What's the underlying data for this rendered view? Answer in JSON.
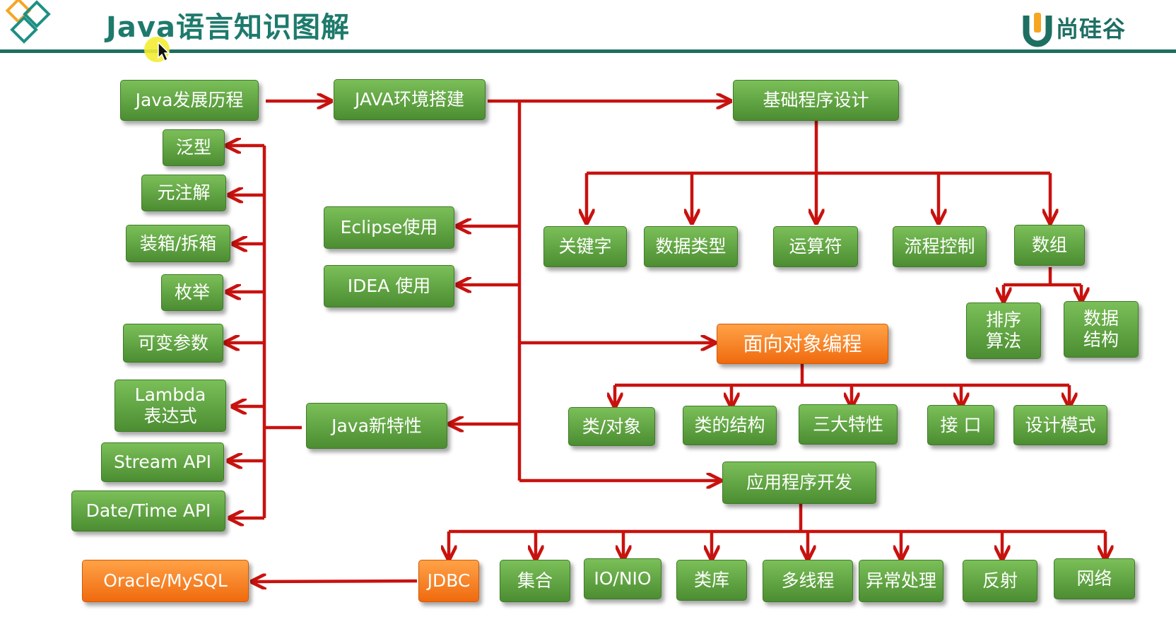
{
  "header": {
    "title": "Java语言知识图解",
    "brand": "尚硅谷"
  },
  "colors": {
    "node_green": "#5fa43f",
    "node_orange": "#f7801f",
    "connector_red": "#c8120f",
    "title_teal": "#1e7a6c"
  },
  "nodes": {
    "java_history": "Java发展历程",
    "java_env": "JAVA环境搭建",
    "basic_programming": "基础程序设计",
    "generics": "泛型",
    "annotations": "元注解",
    "boxing": "装箱/拆箱",
    "enums": "枚举",
    "varargs": "可变参数",
    "lambda": "Lambda\n表达式",
    "stream_api": "Stream API",
    "datetime_api": "Date/Time API",
    "eclipse": "Eclipse使用",
    "idea": "IDEA 使用",
    "java_new_features": "Java新特性",
    "keywords": "关键字",
    "data_types": "数据类型",
    "operators": "运算符",
    "flow_control": "流程控制",
    "arrays": "数组",
    "sort_algorithms": "排序\n算法",
    "data_structures": "数据\n结构",
    "oop": "面向对象编程",
    "class_object": "类/对象",
    "class_structure": "类的结构",
    "three_features": "三大特性",
    "interface": "接 口",
    "design_patterns": "设计模式",
    "app_dev": "应用程序开发",
    "oracle_mysql": "Oracle/MySQL",
    "jdbc": "JDBC",
    "collections": "集合",
    "io_nio": "IO/NIO",
    "class_library": "类库",
    "multithreading": "多线程",
    "exceptions": "异常处理",
    "reflection": "反射",
    "networking": "网络"
  }
}
